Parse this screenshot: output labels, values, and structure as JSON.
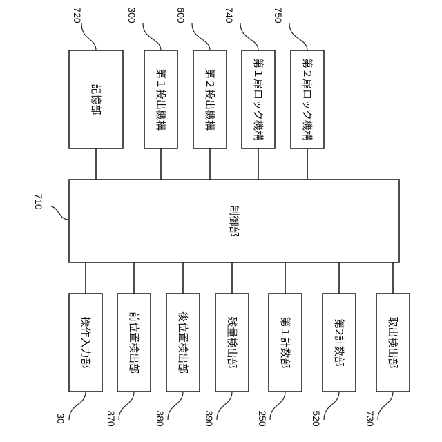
{
  "colors": {
    "line": "#222222",
    "text": "#111111",
    "background": "#ffffff"
  },
  "diagram": {
    "controller": {
      "ref": "710",
      "label": "制御部"
    },
    "top_blocks": [
      {
        "ref": "720",
        "label": "記憶部"
      },
      {
        "ref": "300",
        "label": "第１投出機構"
      },
      {
        "ref": "600",
        "label": "第２投出機構"
      },
      {
        "ref": "740",
        "label": "第１扉ロック機構"
      },
      {
        "ref": "750",
        "label": "第２扉ロック機構"
      }
    ],
    "bottom_blocks": [
      {
        "ref": "30",
        "label": "操作入力部"
      },
      {
        "ref": "370",
        "label": "前位置検出部"
      },
      {
        "ref": "380",
        "label": "後位置検出部"
      },
      {
        "ref": "390",
        "label": "残量検出部"
      },
      {
        "ref": "250",
        "label": "第１計数部"
      },
      {
        "ref": "520",
        "label": "第2計数部"
      },
      {
        "ref": "730",
        "label": "取出検出部"
      }
    ]
  }
}
